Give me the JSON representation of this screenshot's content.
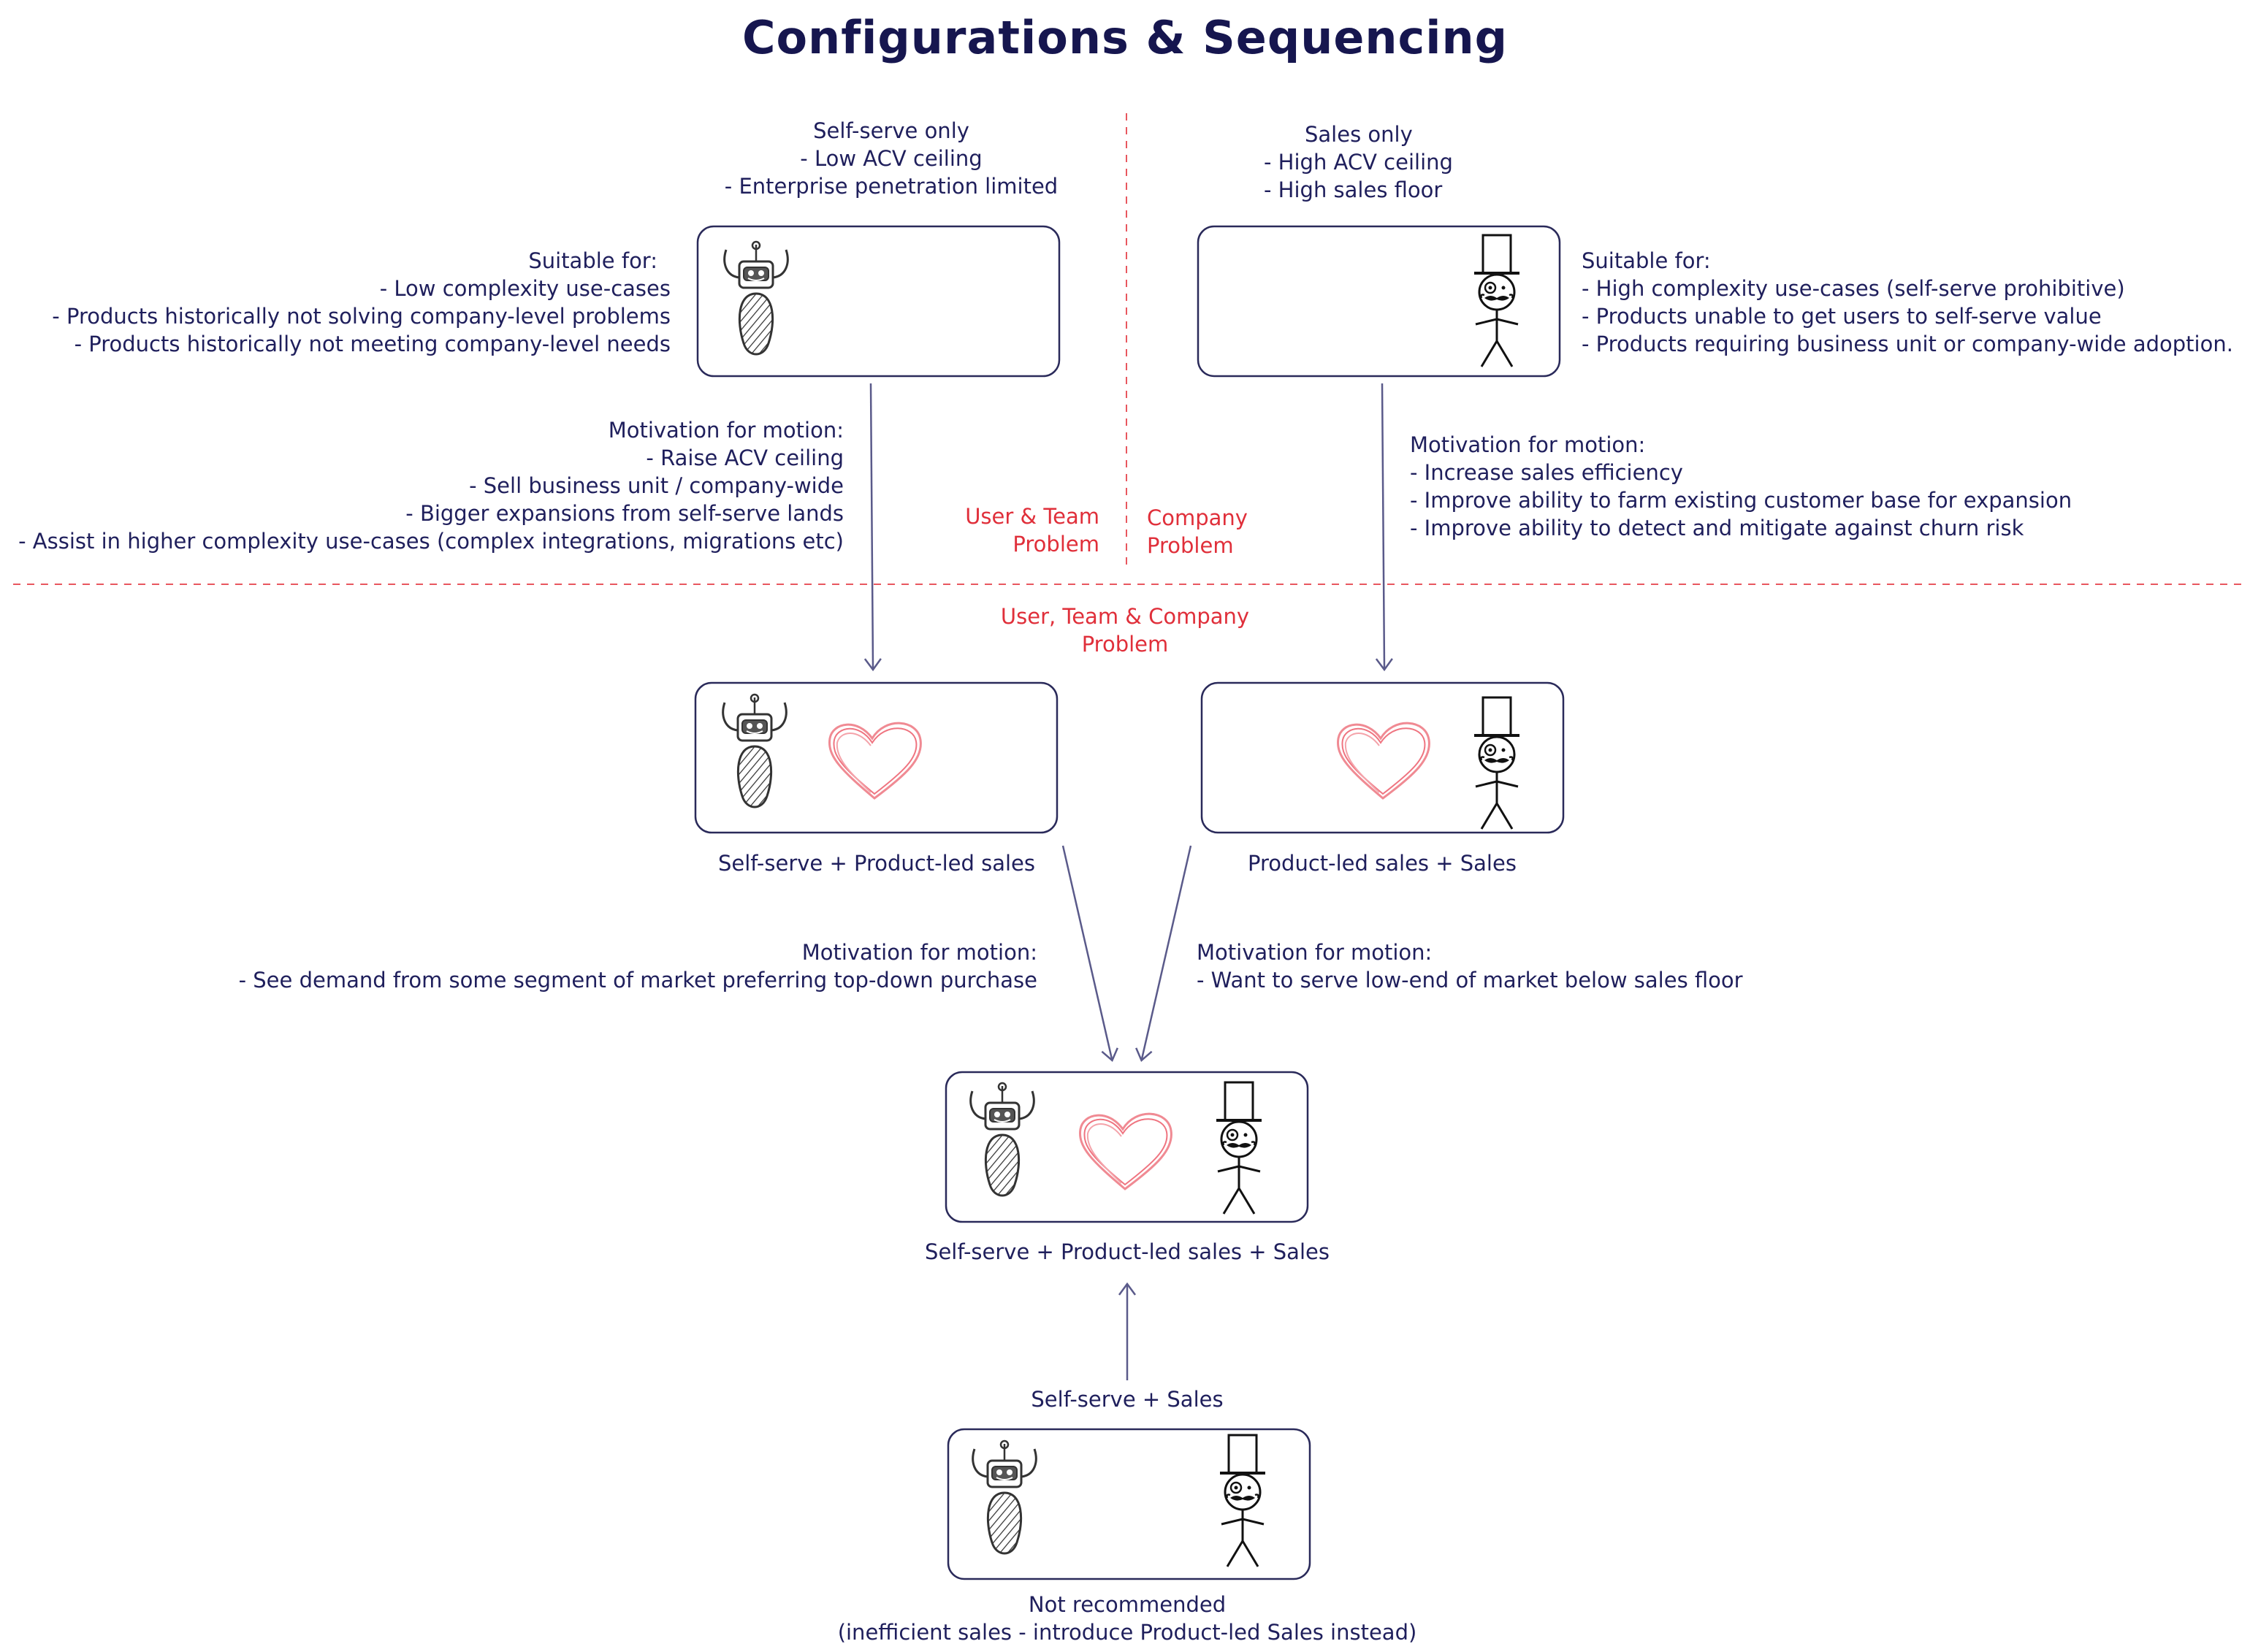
{
  "title": "Configurations & Sequencing",
  "self_serve_only": {
    "lines": [
      "Self-serve only",
      "- Low ACV ceiling",
      "- Enterprise penetration limited"
    ],
    "suitable_for": [
      "Suitable for:",
      "- Low complexity use-cases",
      "- Products historically not solving company-level problems",
      "- Products historically not meeting company-level needs"
    ],
    "motivation": [
      "Motivation for motion:",
      "- Raise ACV ceiling",
      "- Sell business unit / company-wide",
      "- Bigger expansions from self-serve lands",
      "- Assist in higher complexity use-cases (complex integrations, migrations etc)"
    ]
  },
  "sales_only": {
    "lines": [
      "Sales only",
      "- High ACV ceiling",
      "- High sales floor"
    ],
    "suitable_for": [
      "Suitable for:",
      "- High complexity use-cases (self-serve prohibitive)",
      "- Products unable to get users to self-serve value",
      "- Products requiring business unit or company-wide adoption."
    ],
    "motivation": [
      "Motivation for motion:",
      "- Increase sales efficiency",
      "- Improve ability to farm existing customer base for expansion",
      "- Improve ability to detect and mitigate against churn risk"
    ]
  },
  "zones": {
    "user_team": [
      "User & Team",
      "Problem"
    ],
    "company": [
      "Company",
      "Problem"
    ],
    "user_team_company": [
      "User, Team & Company",
      "Problem"
    ]
  },
  "self_serve_pls": {
    "label": "Self-serve + Product-led sales",
    "motivation": [
      "Motivation for motion:",
      "- See demand from some segment of market preferring top-down purchase"
    ]
  },
  "pls_sales": {
    "label": "Product-led sales + Sales",
    "motivation": [
      "Motivation for motion:",
      "- Want to serve low-end of market below sales floor"
    ]
  },
  "all_three": {
    "label": "Self-serve + Product-led sales + Sales"
  },
  "self_serve_sales": {
    "label": "Self-serve + Sales",
    "note": [
      "Not recommended",
      "(inefficient sales - introduce Product-led Sales instead)"
    ]
  },
  "colors": {
    "ink": "#1f1f5c",
    "red": "#e02f3a",
    "heart": "#f08a93"
  },
  "icons": [
    "robot-icon",
    "top-hat-man-icon",
    "heart-icon"
  ]
}
